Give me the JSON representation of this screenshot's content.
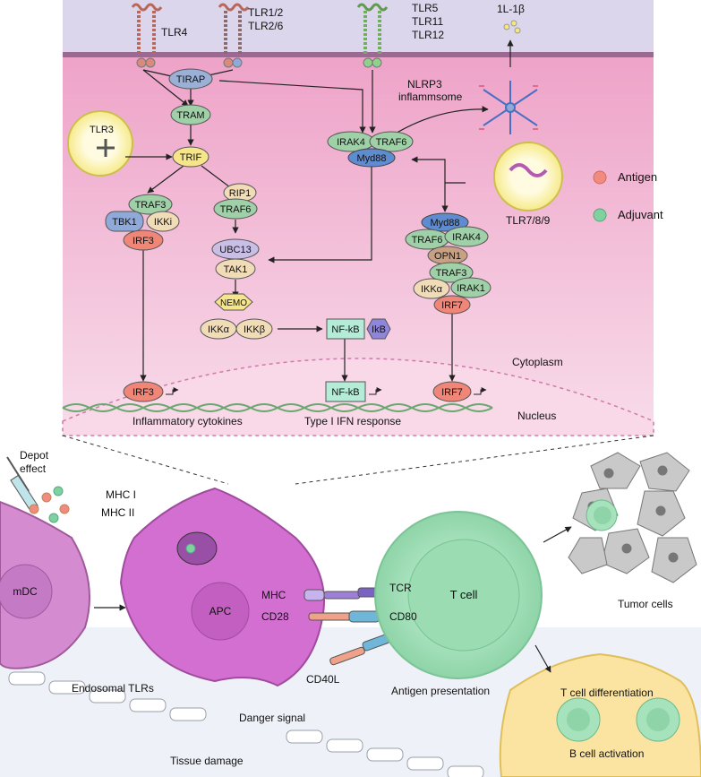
{
  "receptors": {
    "tlr4": "TLR4",
    "tlr12_26": [
      "TLR1/2",
      "TLR2/6"
    ],
    "tlr5_11_12": [
      "TLR5",
      "TLR11",
      "TLR12"
    ],
    "il1b": "1L-1β",
    "tlr3": "TLR3",
    "tlr789": "TLR7/8/9",
    "nlrp3": [
      "NLRP3",
      "inflammsome"
    ]
  },
  "nodes": {
    "tirap": "TIRAP",
    "tram": "TRAM",
    "trif": "TRIF",
    "irak4_a": "IRAK4",
    "traf6_a": "TRAF6",
    "myd88_a": "Myd88",
    "traf3_a": "TRAF3",
    "tbk1": "TBK1",
    "ikki": "IKKi",
    "irf3_a": "IRF3",
    "rip1": "RIP1",
    "traf6_b": "TRAF6",
    "ubc13": "UBC13",
    "tak1": "TAK1",
    "nemo": "NEMO",
    "ikka_a": "IKKα",
    "ikkb": "IKKβ",
    "nfkb_a": "NF-kB",
    "ikb": "IkB",
    "myd88_b": "Myd88",
    "traf6_c": "TRAF6",
    "irak4_b": "IRAK4",
    "opn1": "OPN1",
    "traf3_b": "TRAF3",
    "ikka_b": "IKKα",
    "irak1": "IRAK1",
    "irf7_a": "IRF7",
    "irf3_b": "IRF3",
    "nfkb_b": "NF-kB",
    "irf7_b": "IRF7"
  },
  "regions": {
    "cytoplasm": "Cytoplasm",
    "nucleus": "Nucleus",
    "inflammatory": "Inflammatory cytokines",
    "ifn": "Type I IFN response"
  },
  "legend": [
    {
      "label": "Antigen",
      "color": "#f28b7f"
    },
    {
      "label": "Adjuvant",
      "color": "#7fd1a0"
    }
  ],
  "cells": {
    "depot": [
      "Depot",
      "effect"
    ],
    "mhc1": "MHC I",
    "mhc2": "MHC II",
    "mdc": "mDC",
    "apc": "APC",
    "mhc": "MHC",
    "cd28": "CD28",
    "tcr": "TCR",
    "cd80": "CD80",
    "tcell": "T cell",
    "tumor": "Tumor cells",
    "cd40l": "CD40L",
    "endosomal": "Endosomal TLRs",
    "danger": "Danger signal",
    "antigen_pres": "Antigen presentation",
    "tissue": "Tissue damage",
    "tdiff": "T cell differentiation",
    "bact": "B cell activation"
  },
  "colors": {
    "membrane_top": "#d9d3ea",
    "cytoplasm": "#f2b7d3",
    "nucleus": "#f7cfe2",
    "node_blue": "#8fa9d9",
    "node_green": "#9fd0a7",
    "node_tan": "#f1dcb8",
    "node_red": "#ef8677",
    "node_teal": "#b5ecd8",
    "node_purple": "#b6b0e6",
    "apc_magenta": "#d46fd2",
    "tcell_green": "#b5e8c9",
    "bcell_yellow": "#fbe4a1"
  }
}
